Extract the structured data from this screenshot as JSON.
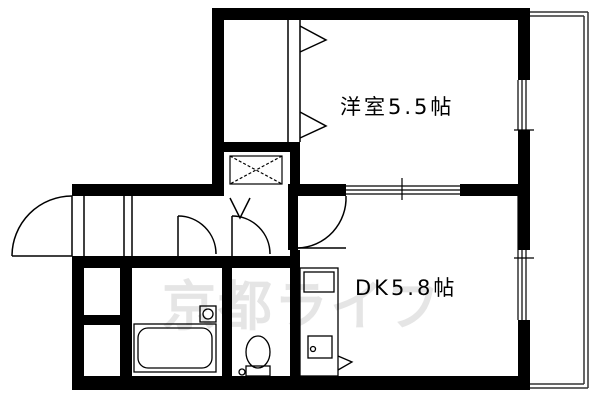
{
  "rooms": {
    "western": {
      "label": "洋室5.5帖"
    },
    "dk": {
      "label": "DK5.8帖"
    }
  },
  "watermark": {
    "text": "京都ライフ"
  },
  "colors": {
    "wall": "#000000",
    "line": "#333333",
    "background": "#ffffff"
  }
}
